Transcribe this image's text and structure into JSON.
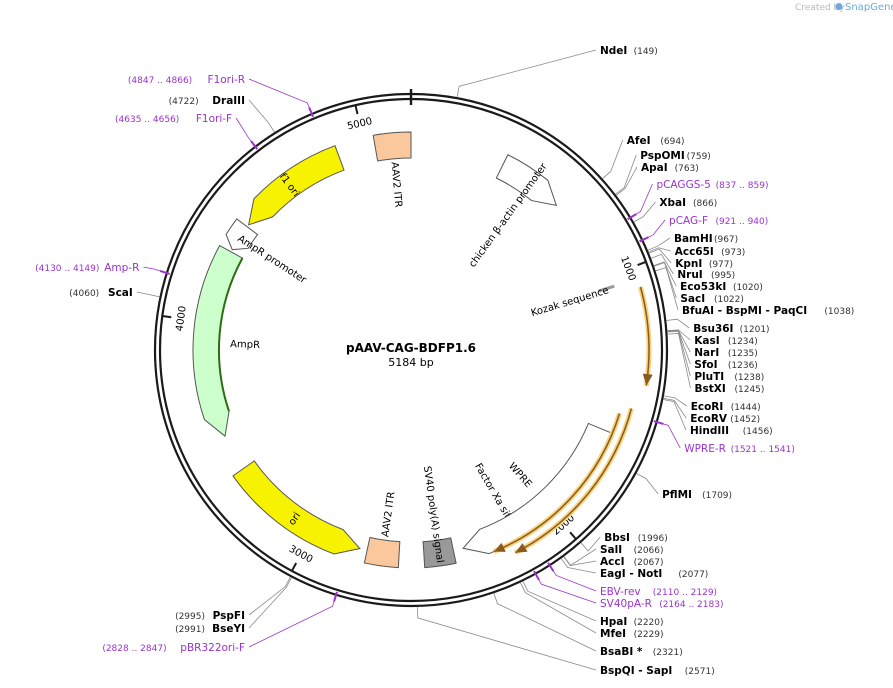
{
  "credit": {
    "created_by": "Created by",
    "brand": "SnapGene"
  },
  "plasmid": {
    "name": "pAAV-CAG-BDFP1.6",
    "length_label": "5184 bp",
    "length": 5184
  },
  "colors": {
    "backbone": "#1a1a1a",
    "primer": "#9933cc",
    "enzyme_text": "#000000",
    "pos_text": "#333333",
    "leader": "#8a8a8a",
    "itr": "#fbc89e",
    "ori": "#f7f200",
    "ampr": "#ccffcc",
    "promoter": "#ffffff",
    "feature_stroke": "#555555",
    "orf_glow": "#f7d27a",
    "orf_line": "#8a5a1e",
    "polyA": "#999999",
    "ampr_line": "#2d6b14"
  },
  "ticks": [
    {
      "label": "1000",
      "bp": 1000
    },
    {
      "label": "2000",
      "bp": 2000
    },
    {
      "label": "3000",
      "bp": 3000
    },
    {
      "label": "4000",
      "bp": 4000
    },
    {
      "label": "5000",
      "bp": 5000
    }
  ],
  "features": [
    {
      "name": "AAV2 ITR",
      "kind": "box",
      "start": 5040,
      "end": 5184,
      "color_key": "itr"
    },
    {
      "name": "f1 ori",
      "kind": "arrow",
      "start": 4430,
      "end": 4890,
      "dir": -1,
      "color_key": "ori",
      "label_inside": true
    },
    {
      "name": "AmpR promoter",
      "kind": "arrow",
      "start": 4310,
      "end": 4420,
      "dir": -1,
      "color_key": "promoter"
    },
    {
      "name": "AmpR",
      "kind": "arrow",
      "start": 3530,
      "end": 4300,
      "dir": -1,
      "color_key": "ampr"
    },
    {
      "name": "ori",
      "kind": "arrow",
      "start": 2800,
      "end": 3380,
      "dir": -1,
      "color_key": "ori",
      "label_inside": true
    },
    {
      "name": "AAV2 ITR",
      "kind": "box",
      "start": 2640,
      "end": 2770,
      "color_key": "itr"
    },
    {
      "name": "SV40 poly(A) signal",
      "kind": "box",
      "start": 2420,
      "end": 2540,
      "color_key": "polyA"
    },
    {
      "name": "Factor Xa site",
      "kind": "tick",
      "start": 2150,
      "end": 2165,
      "color_key": "primer"
    },
    {
      "name": "WPRE",
      "kind": "arrow",
      "start": 1620,
      "end": 2380,
      "dir": 1,
      "color_key": "promoter"
    },
    {
      "name": "Kozak sequence",
      "kind": "tick",
      "start": 1045,
      "end": 1060,
      "color_key": "polyA"
    },
    {
      "name": "chicken β-actin promoter",
      "kind": "arrow",
      "start": 380,
      "end": 650,
      "dir": 1,
      "color_key": "promoter"
    }
  ],
  "orfs": [
    {
      "start": 1075,
      "end": 1420,
      "dir": 1
    },
    {
      "start": 1510,
      "end": 2200,
      "dir": 1
    },
    {
      "start": 1540,
      "end": 2270,
      "dir": 1
    }
  ],
  "amp_track": {
    "start": 3620,
    "end": 4300
  },
  "labels_right": [
    {
      "text": "NdeI",
      "pos": "(149)",
      "bp": 149,
      "kind": "enzyme"
    },
    {
      "text": "AfeI",
      "pos": "(694)",
      "bp": 694,
      "kind": "enzyme"
    },
    {
      "text": "PspOMI",
      "pos": "(759)",
      "bp": 759,
      "kind": "enzyme"
    },
    {
      "text": "ApaI",
      "pos": "(763)",
      "bp": 763,
      "kind": "enzyme"
    },
    {
      "text": "pCAGGS-5",
      "pos": "(837 .. 859)",
      "bp": 848,
      "kind": "primer"
    },
    {
      "text": "XbaI",
      "pos": "(866)",
      "bp": 866,
      "kind": "enzyme"
    },
    {
      "text": "pCAG-F",
      "pos": "(921 .. 940)",
      "bp": 930,
      "kind": "primer"
    },
    {
      "text": "BamHI",
      "pos": "(967)",
      "bp": 967,
      "kind": "enzyme"
    },
    {
      "text": "Acc65I",
      "pos": "(973)",
      "bp": 973,
      "kind": "enzyme"
    },
    {
      "text": "KpnI",
      "pos": "(977)",
      "bp": 977,
      "kind": "enzyme"
    },
    {
      "text": "NruI",
      "pos": "(995)",
      "bp": 995,
      "kind": "enzyme"
    },
    {
      "text": "Eco53kI",
      "pos": "(1020)",
      "bp": 1020,
      "kind": "enzyme"
    },
    {
      "text": "SacI",
      "pos": "(1022)",
      "bp": 1022,
      "kind": "enzyme"
    },
    {
      "text": "BfuAI - BspMI - PaqCI",
      "pos": "(1038)",
      "bp": 1038,
      "kind": "enzyme"
    },
    {
      "text": "Bsu36I",
      "pos": "(1201)",
      "bp": 1201,
      "kind": "enzyme"
    },
    {
      "text": "KasI",
      "pos": "(1234)",
      "bp": 1234,
      "kind": "enzyme"
    },
    {
      "text": "NarI",
      "pos": "(1235)",
      "bp": 1235,
      "kind": "enzyme"
    },
    {
      "text": "SfoI",
      "pos": "(1236)",
      "bp": 1236,
      "kind": "enzyme"
    },
    {
      "text": "PluTI",
      "pos": "(1238)",
      "bp": 1238,
      "kind": "enzyme"
    },
    {
      "text": "BstXI",
      "pos": "(1245)",
      "bp": 1245,
      "kind": "enzyme"
    },
    {
      "text": "EcoRI",
      "pos": "(1444)",
      "bp": 1444,
      "kind": "enzyme"
    },
    {
      "text": "EcoRV",
      "pos": "(1452)",
      "bp": 1452,
      "kind": "enzyme"
    },
    {
      "text": "HindIII",
      "pos": "(1456)",
      "bp": 1456,
      "kind": "enzyme"
    },
    {
      "text": "WPRE-R",
      "pos": "(1521 .. 1541)",
      "bp": 1531,
      "kind": "primer"
    },
    {
      "text": "PflMI",
      "pos": "(1709)",
      "bp": 1709,
      "kind": "enzyme"
    },
    {
      "text": "BbsI",
      "pos": "(1996)",
      "bp": 1996,
      "kind": "enzyme"
    },
    {
      "text": "SalI",
      "pos": "(2066)",
      "bp": 2066,
      "kind": "enzyme"
    },
    {
      "text": "AccI",
      "pos": "(2067)",
      "bp": 2067,
      "kind": "enzyme"
    },
    {
      "text": "EagI - NotI",
      "pos": "(2077)",
      "bp": 2077,
      "kind": "enzyme"
    },
    {
      "text": "EBV-rev",
      "pos": "(2110 .. 2129)",
      "bp": 2120,
      "kind": "primer"
    },
    {
      "text": "SV40pA-R",
      "pos": "(2164 .. 2183)",
      "bp": 2173,
      "kind": "primer"
    },
    {
      "text": "HpaI",
      "pos": "(2220)",
      "bp": 2220,
      "kind": "enzyme"
    },
    {
      "text": "MfeI",
      "pos": "(2229)",
      "bp": 2229,
      "kind": "enzyme"
    },
    {
      "text": "BsaBI *",
      "pos": "(2321)",
      "bp": 2321,
      "kind": "enzyme"
    },
    {
      "text": "BspQI - SapI",
      "pos": "(2571)",
      "bp": 2571,
      "kind": "enzyme"
    }
  ],
  "labels_left": [
    {
      "text": "F1ori-R",
      "pos": "(4847 .. 4866)",
      "bp": 4856,
      "kind": "primer"
    },
    {
      "text": "DraIII",
      "pos": "(4722)",
      "bp": 4722,
      "kind": "enzyme"
    },
    {
      "text": "F1ori-F",
      "pos": "(4635 .. 4656)",
      "bp": 4645,
      "kind": "primer"
    },
    {
      "text": "Amp-R",
      "pos": "(4130 .. 4149)",
      "bp": 4140,
      "kind": "primer"
    },
    {
      "text": "ScaI",
      "pos": "(4060)",
      "bp": 4060,
      "kind": "enzyme"
    },
    {
      "text": "PspFI",
      "pos": "(2995)",
      "bp": 2995,
      "kind": "enzyme"
    },
    {
      "text": "BseYI",
      "pos": "(2991)",
      "bp": 2991,
      "kind": "enzyme"
    },
    {
      "text": "pBR322ori-F",
      "pos": "(2828 .. 2847)",
      "bp": 2837,
      "kind": "primer"
    }
  ]
}
